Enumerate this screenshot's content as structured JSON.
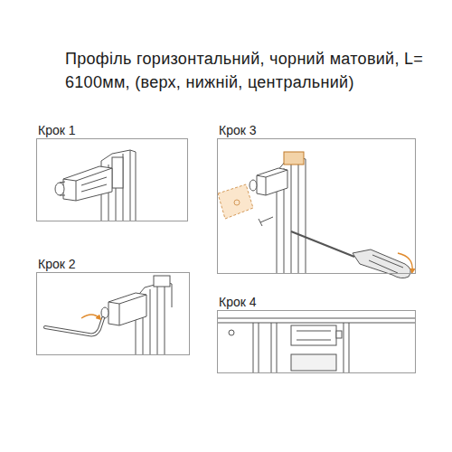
{
  "diagram": {
    "title": "Профіль горизонтальний, чорний матовий, L= 6100мм, (верх, нижній, центральний)",
    "nodes": [
      {
        "text": [
          "Крок 1"
        ]
      },
      {
        "text": [
          "Крок 3"
        ]
      },
      {
        "text": [
          "Крок 2"
        ]
      },
      {
        "text": [
          "Крок 4"
        ]
      }
    ]
  }
}
